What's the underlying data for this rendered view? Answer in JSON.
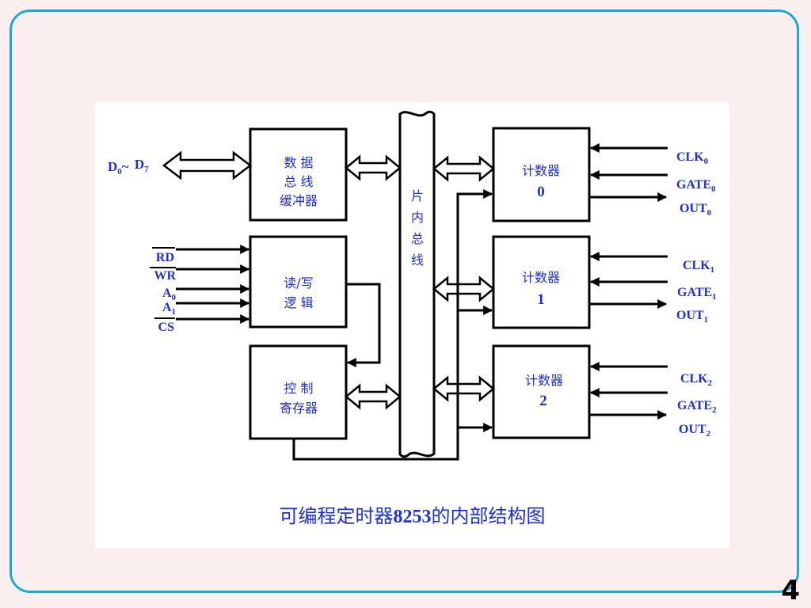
{
  "colors": {
    "label": "#1c2fd8",
    "border": "#19a8e0",
    "page_bg": "#fbeeee"
  },
  "blocks": {
    "buffer": [
      "数 据",
      "总 线",
      "缓冲器"
    ],
    "rw_logic": [
      "读/写",
      "逻 辑"
    ],
    "ctrl_reg": [
      "控 制",
      "寄存器"
    ],
    "internal_bus": [
      "片",
      "内",
      "总",
      "线"
    ],
    "counter0": [
      "计数器",
      "0"
    ],
    "counter1": [
      "计数器",
      "1"
    ],
    "counter2": [
      "计数器",
      "2"
    ]
  },
  "data_bus": {
    "d0_base": "D",
    "d0_sub": "0",
    "tilde": "~",
    "d7_base": "D",
    "d7_sub": "7"
  },
  "inputs": {
    "rd": "RD",
    "wr": "WR",
    "a0_base": "A",
    "a0_sub": "0",
    "a1_base": "A",
    "a1_sub": "1",
    "cs": "CS"
  },
  "counter_signals": [
    {
      "clk": "CLK",
      "gate": "GATE",
      "out": "OUT",
      "sub": "0"
    },
    {
      "clk": "CLK",
      "gate": "GATE",
      "out": "OUT",
      "sub": "1"
    },
    {
      "clk": "CLK",
      "gate": "GATE",
      "out": "OUT",
      "sub": "2"
    }
  ],
  "caption": {
    "prefix": "可编程定时器",
    "number": "8253",
    "suffix": "的内部结构图"
  },
  "page_number": "4"
}
